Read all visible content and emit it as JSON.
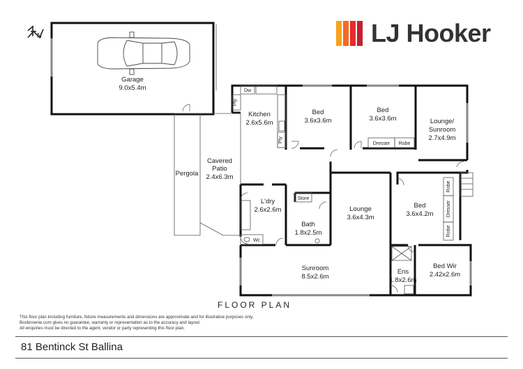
{
  "logo": {
    "brand": "LJ Hooker",
    "colors": [
      "#f7a21b",
      "#f26b24",
      "#e42c2c",
      "#c51f2e"
    ]
  },
  "compass": {
    "letter": "N"
  },
  "rooms": [
    {
      "id": "garage",
      "name": "Garage",
      "dims": "9.0x5.4m"
    },
    {
      "id": "kitchen",
      "name": "Kitchen",
      "dims": "2.6x5.6m"
    },
    {
      "id": "bed1",
      "name": "Bed",
      "dims": "3.6x3.6m"
    },
    {
      "id": "bed2",
      "name": "Bed",
      "dims": "3.6x3.6m"
    },
    {
      "id": "lounge-sunroom",
      "name": "Lounge/",
      "name2": "Sunroom",
      "dims": "2.7x4.9m"
    },
    {
      "id": "pergola",
      "name": "Pergola",
      "dims": ""
    },
    {
      "id": "patio",
      "name": "Cavered",
      "name2": "Patio",
      "dims": "2.4x6.3m"
    },
    {
      "id": "laundry",
      "name": "L'dry",
      "dims": "2.6x2.6m"
    },
    {
      "id": "bath",
      "name": "Bath",
      "dims": "1.8x2.5m"
    },
    {
      "id": "lounge",
      "name": "Lounge",
      "dims": "3.6x4.3m"
    },
    {
      "id": "bed3",
      "name": "Bed",
      "dims": "3.6x4.2m"
    },
    {
      "id": "sunroom",
      "name": "Sunroom",
      "dims": "8.5x2.6m"
    },
    {
      "id": "ens",
      "name": "Ens",
      "dims": "1.8x2.6m"
    },
    {
      "id": "bedwir",
      "name": "Bed Wir",
      "dims": "2.42x2.6m"
    }
  ],
  "fixtures": {
    "dw": "Dw",
    "pty1": "Pty",
    "pty2": "Pty",
    "dresser1": "Dresser",
    "robe1": "Robe",
    "robe2": "Robe",
    "dresser2": "Dresser",
    "robe3": "Robe",
    "store": "Store",
    "wc": "Wc"
  },
  "title": "FLOOR PLAN",
  "disclaimer": [
    "This floor plan including furniture, fixture measurements and dimensions are approximate and for illustrative purposes only.",
    "Boxbrownie.com gives no guarantee, warranty or representation as to the accuracy and layout.",
    "All enquiries must be directed to the agent, vendor or party representing this floor plan."
  ],
  "address": "81 Bentinck St Ballina"
}
